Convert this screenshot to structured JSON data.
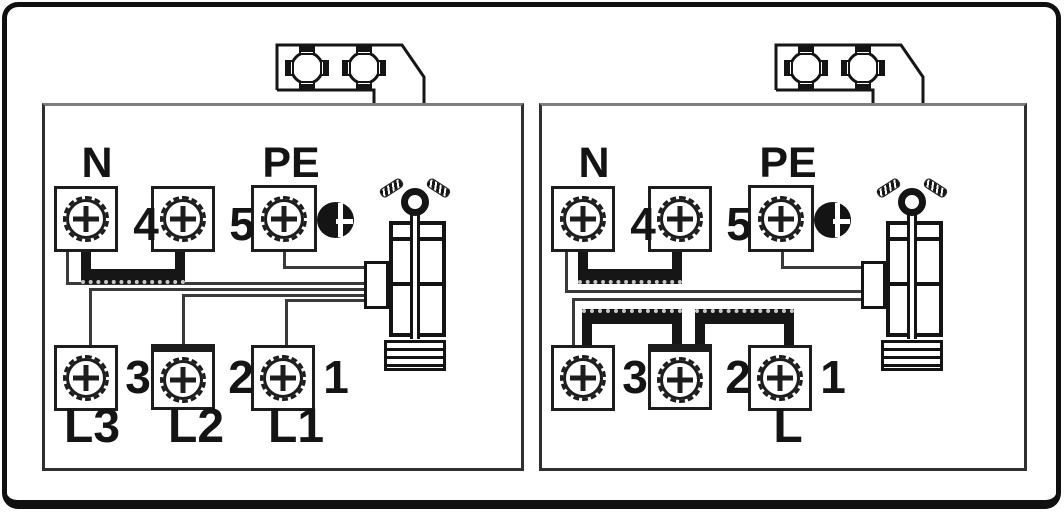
{
  "panels": {
    "left": {
      "top": {
        "n": "N",
        "pe": "PE",
        "t4": "4",
        "t5": "5"
      },
      "bottom": {
        "t3": "3",
        "t2": "2",
        "t1": "1",
        "l3": "L3",
        "l2": "L2",
        "l1": "L1"
      }
    },
    "right": {
      "top": {
        "n": "N",
        "pe": "PE",
        "t4": "4",
        "t5": "5"
      },
      "bottom": {
        "t3": "3",
        "t2": "2",
        "t1": "1",
        "l": "L"
      }
    }
  },
  "colors": {
    "ink": "#1a1a1a",
    "panel_border": "#303030",
    "panel_border_top": "#7e7e7e",
    "wire": "#3a3a3a",
    "background": "#ffffff"
  }
}
